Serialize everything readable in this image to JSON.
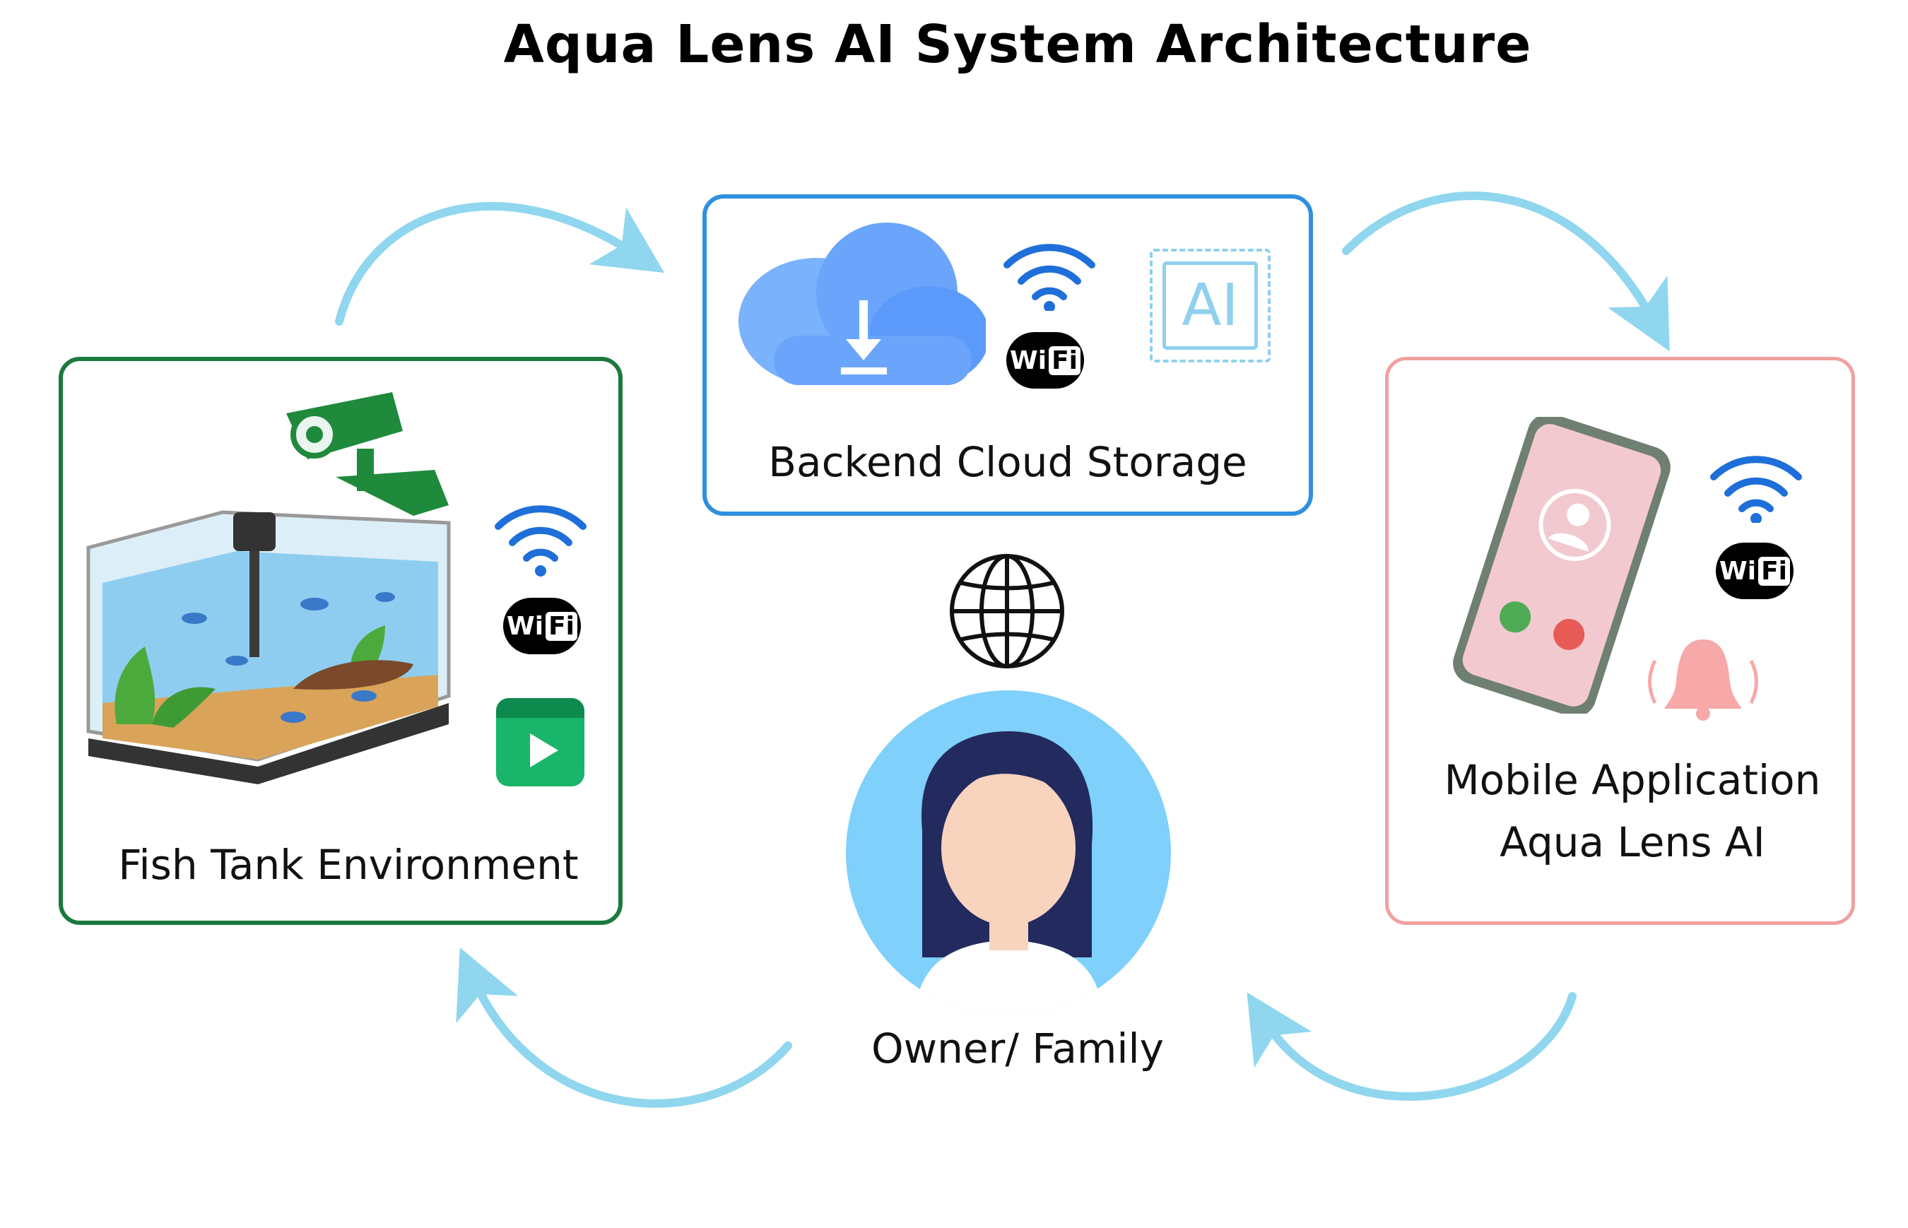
{
  "title": "Aqua Lens AI System Architecture",
  "nodes": {
    "fish_tank": {
      "label": "Fish Tank Environment",
      "border_color": "#1a7a3c"
    },
    "cloud": {
      "label": "Backend Cloud Storage",
      "border_color": "#2f8fe0"
    },
    "mobile": {
      "label_line1": "Mobile Application",
      "label_line2": "Aqua Lens AI",
      "border_color": "#f0a0a0"
    },
    "owner": {
      "label": "Owner/ Family",
      "circle_color": "#7fd0fb"
    }
  },
  "icons": {
    "wifi_text": "WiFi",
    "wifi_badge_text_a": "Wi",
    "wifi_badge_text_b": "Fi",
    "ai_chip_text": "AI"
  },
  "arrow_color": "#8fd6ee"
}
